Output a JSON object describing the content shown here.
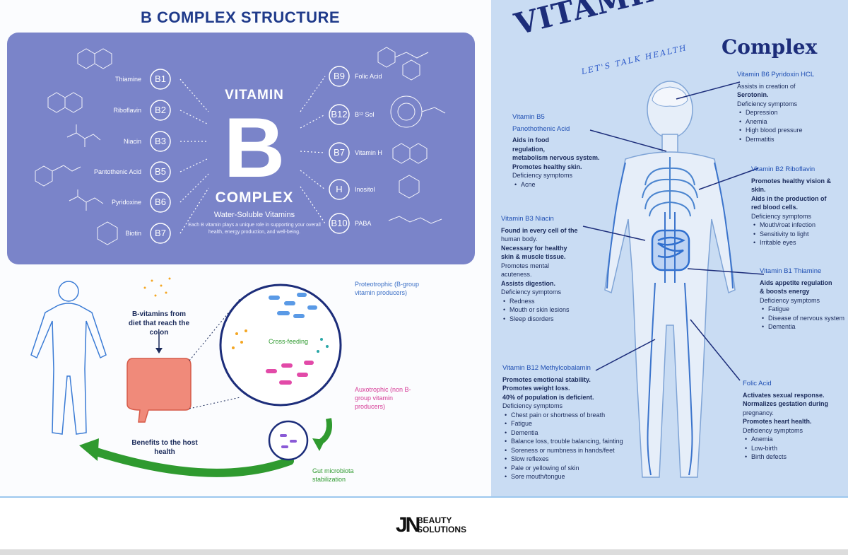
{
  "left_top": {
    "title": "B COMPLEX STRUCTURE",
    "center": {
      "vitamin": "VITAMIN",
      "letter": "B",
      "complex": "COMPLEX",
      "subtitle": "Water-Soluble Vitamins",
      "description": "Each B vitamin plays a unique role in supporting your overall health, energy production, and well-being."
    },
    "left_vitamins": [
      {
        "code": "B1",
        "name": "Thiamine"
      },
      {
        "code": "B2",
        "name": "Riboflavin"
      },
      {
        "code": "B3",
        "name": "Niacin"
      },
      {
        "code": "B5",
        "name": "Pantothenic Acid"
      },
      {
        "code": "B6",
        "name": "Pyridoxine"
      },
      {
        "code": "B7",
        "name": "Biotin"
      }
    ],
    "right_vitamins": [
      {
        "code": "B9",
        "name": "Folic Acid"
      },
      {
        "code": "B12",
        "name": "B¹² Sol"
      },
      {
        "code": "B7",
        "name": "Vitamin H"
      },
      {
        "code": "H",
        "name": "Inositol"
      },
      {
        "code": "B10",
        "name": "PABA"
      }
    ]
  },
  "left_bottom": {
    "b_vitamins_text": "B-vitamins from diet that reach the colon",
    "benefits_text": "Benefits to the host health",
    "cross_feeding": "Cross-feeding",
    "proteotrophic": "Proteotrophic (B-group vitamin producers)",
    "auxotrophic": "Auxotrophic (non B-group vitamin producers)",
    "gut_stab": "Gut microbiota stabilization"
  },
  "right": {
    "title_main": "VITAMIN-B",
    "title_sub": "LET'S TALK HEALTH",
    "title_complex": "Complex",
    "b6": {
      "head": "Vitamin B6  Pyridoxin HCL",
      "lines": [
        "Assists in creation of",
        "Serotonin."
      ],
      "def": "Deficiency symptoms",
      "items": [
        "Depression",
        "Anemia",
        "High blood pressure",
        "Dermatitis"
      ]
    },
    "b5": {
      "head1": "Vitamin B5",
      "head2": "Panothothenic Acid",
      "lines": [
        "Aids in food",
        "regulation,",
        "metabolism nervous system.",
        "Promotes healthy skin."
      ],
      "def": "Deficiency symptoms",
      "items": [
        "Acne"
      ]
    },
    "b2": {
      "head": "Vitamin B2  Riboflavin",
      "lines": [
        "Promotes healthy vision &",
        "skin.",
        "Aids in the production of",
        "red blood cells."
      ],
      "def": "Deficiency symptoms",
      "items": [
        "Mouth/roat infection",
        "Sensitivity to light",
        "Irritable eyes"
      ]
    },
    "b3": {
      "head": "Vitamin B3  Niacin",
      "lines": [
        "Found in every cell of the",
        "human body.",
        "Necessary for healthy",
        "skin & muscle tissue.",
        "Promotes mental",
        "acuteness.",
        "Assists digestion."
      ],
      "def": "Deficiency symptoms",
      "items": [
        "Redness",
        "Mouth or skin lesions",
        "Sleep disorders"
      ]
    },
    "b1": {
      "head": "Vitamin B1  Thiamine",
      "lines": [
        "Aids appetite regulation",
        "& boosts energy"
      ],
      "def": "Deficiency symptoms",
      "items": [
        "Fatigue",
        "Disease of nervous system",
        "Dementia"
      ]
    },
    "b12": {
      "head": "Vitamin B12  Methylcobalamin",
      "lines": [
        "Promotes emotional stability.",
        "Promotes weight loss.",
        "40% of population is deficient."
      ],
      "def": "Deficiency symptoms",
      "items": [
        "Chest pain or shortness of breath",
        "Fatigue",
        "Dementia",
        "Balance loss, trouble balancing, fainting",
        "Soreness or numbness in hands/feet",
        "Slow reflexes",
        "Pale or yellowing of skin",
        "Sore mouth/tongue"
      ]
    },
    "folic": {
      "head": "Folic Acid",
      "lines": [
        "Activates sexual response.",
        "Normalizes gestation during",
        "pregnancy.",
        "Promotes heart health."
      ],
      "def": "Deficiency symptoms",
      "items": [
        "Anemia",
        "Low-birth",
        "Birth defects"
      ]
    }
  },
  "footer": {
    "logo_jn": "JN",
    "logo_line1": "BEAUTY",
    "logo_line2": "SOLUTIONS"
  },
  "colors": {
    "panel": "#7a84c9",
    "title_blue": "#1f3a8a",
    "right_bg": "#c9dcf3",
    "body_blue": "#2a6fcf",
    "arrow_green": "#2f9a2f"
  }
}
